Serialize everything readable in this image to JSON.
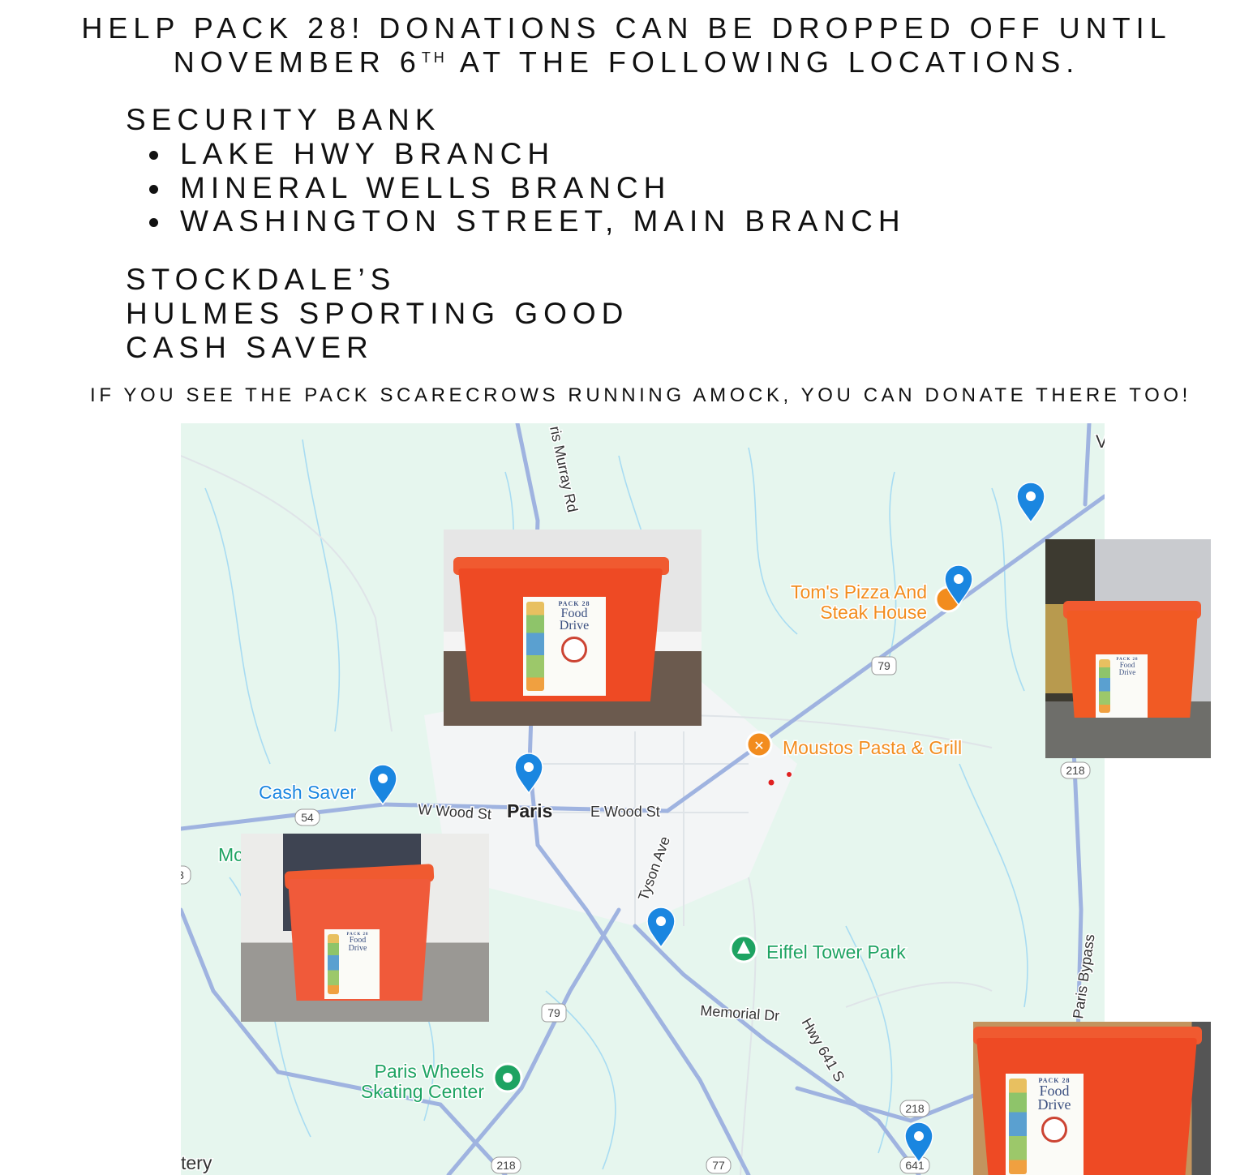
{
  "header": {
    "line1": "HELP PACK 28! DONATIONS CAN BE DROPPED OFF UNTIL",
    "line2_pre": "NOVEMBER 6",
    "line2_sup": "TH",
    "line2_post": " AT THE FOLLOWING LOCATIONS."
  },
  "locations": {
    "security_bank": "SECURITY BANK",
    "branches": [
      "LAKE HWY BRANCH",
      "MINERAL WELLS BRANCH",
      "WASHINGTON STREET, MAIN BRANCH"
    ],
    "others": [
      "STOCKDALE’S",
      "HULMES SPORTING GOOD",
      "CASH SAVER"
    ]
  },
  "footer": "IF YOU SEE THE PACK SCARECROWS RUNNING AMOCK, YOU CAN DONATE THERE TOO!",
  "map": {
    "places": {
      "cash_saver": "Cash Saver",
      "paris": "Paris",
      "toms_1": "Tom's Pizza And",
      "toms_2": "Steak House",
      "moustos": "Moustos Pasta & Grill",
      "eiffel": "Eiffel Tower Park",
      "skating_1": "Paris Wheels",
      "skating_2": "Skating Center",
      "mc": "Mc",
      "tery": "tery"
    },
    "roads": {
      "murray": "ris Murray Rd",
      "w_wood": "W Wood St",
      "e_wood": "E Wood St",
      "tyson": "Tyson Ave",
      "memorial": "Memorial Dr",
      "hwy641": "Hwy 641 S",
      "bypass": "Paris Bypass",
      "v": "V"
    },
    "shields": [
      "54",
      "79",
      "79",
      "218",
      "218",
      "77",
      "641",
      "3",
      "218"
    ]
  },
  "photo_label": {
    "pack": "PACK 28",
    "food": "Food",
    "drive": "Drive"
  },
  "colors": {
    "pin": "#1a86e0",
    "food": "#f28c1e",
    "park": "#1ea362",
    "road": "#9fb3e0",
    "water": "#a8dcf2"
  }
}
